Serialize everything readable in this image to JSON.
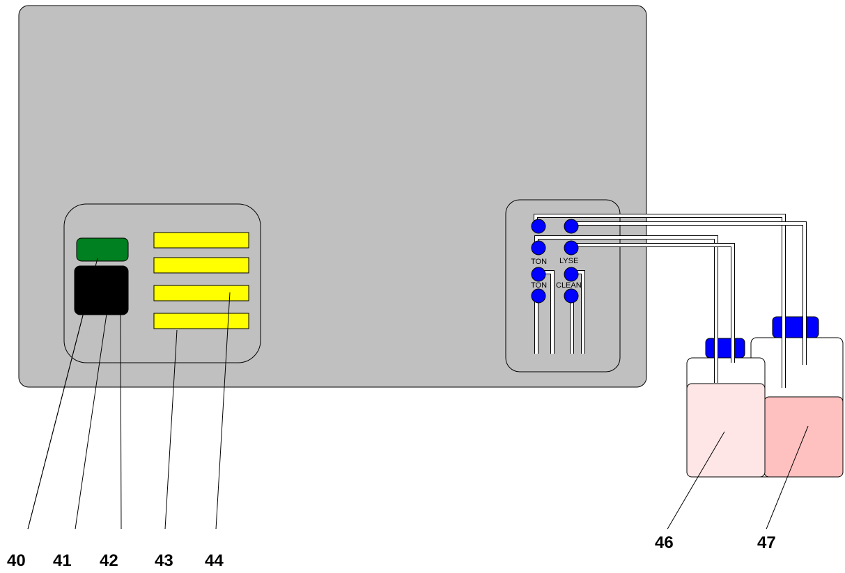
{
  "colors": {
    "device_body": "#c0c0c0",
    "status_led": "#008020",
    "screen": "#000000",
    "indicator": "#ffff00",
    "port": "#0000ff",
    "bottle_cap": "#0000ff",
    "liquid_46": "#ffe6e6",
    "liquid_47": "#ffc0c0"
  },
  "icons": {
    "status_led": "green-led-icon",
    "screen": "black-display-icon",
    "indicator": "yellow-indicator-bar-icon",
    "port": "blue-port-icon",
    "bottle": "reagent-bottle-icon"
  },
  "port_labels": {
    "ton_upper": "TON",
    "lyse": "LYSE",
    "ton_lower": "TON",
    "clean": "CLEAN"
  },
  "callouts": {
    "c40": "40",
    "c41": "41",
    "c42": "42",
    "c43": "43",
    "c44": "44",
    "c46": "46",
    "c47": "47"
  }
}
